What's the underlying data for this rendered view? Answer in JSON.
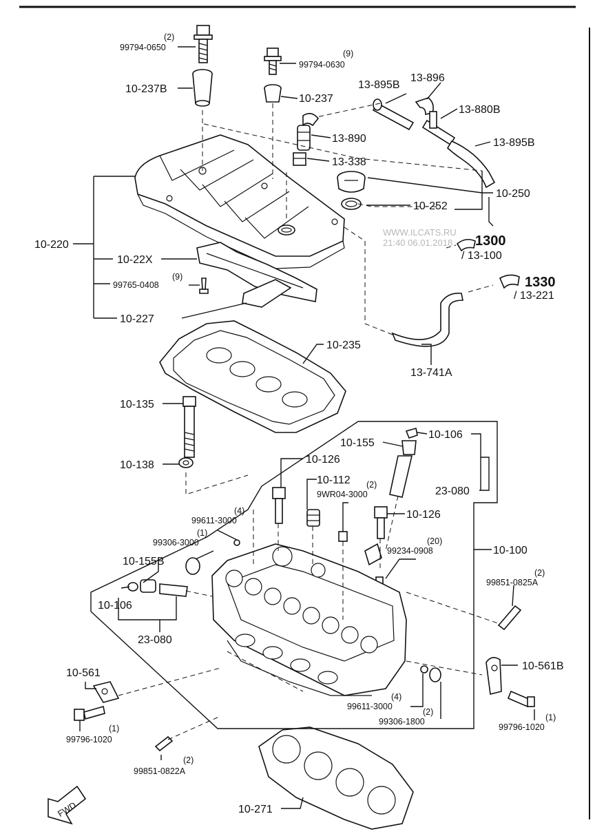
{
  "watermark": {
    "site": "WWW.ILCATS.RU",
    "stamp": "21:40 06.01.2018"
  },
  "orientation": {
    "fwd_label": "FWD"
  },
  "callouts": {
    "bolt_0650_qty": "(2)",
    "bolt_0650": "99794-0650",
    "bolt_0630_qty": "(9)",
    "bolt_0630": "99794-0630",
    "p10_237B": "10-237B",
    "p10_237": "10-237",
    "p13_895B_a": "13-895B",
    "p13_896": "13-896",
    "p13_880B": "13-880B",
    "p13_890": "13-890",
    "p13_895B_b": "13-895B",
    "p13_338": "13-338",
    "p10_250": "10-250",
    "p10_252": "10-252",
    "ref_1300": "1300",
    "ref_1300_sub": "/ 13-100",
    "p10_220": "10-220",
    "p10_22X": "10-22X",
    "bolt_0408_qty": "(9)",
    "bolt_0408": "99765-0408",
    "p10_227": "10-227",
    "ref_1330": "1330",
    "ref_1330_sub": "/ 13-221",
    "p10_235": "10-235",
    "p13_741A": "13-741A",
    "p10_135": "10-135",
    "p10_138": "10-138",
    "p10_155": "10-155",
    "p10_106_a": "10-106",
    "p10_126_a": "10-126",
    "p10_112": "10-112",
    "p9WR04_qty": "(2)",
    "p9WR04": "9WR04-3000",
    "p23_080_a": "23-080",
    "ball_3000_qty": "(4)",
    "ball_3000": "99611-3000",
    "plug_3000_qty": "(1)",
    "plug_3000": "99306-3000",
    "p10_126_b": "10-126",
    "pin_0908_qty": "(20)",
    "pin_0908": "99234-0908",
    "p10_100": "10-100",
    "p10_155B": "10-155B",
    "p10_106_b": "10-106",
    "p23_080_b": "23-080",
    "stud_0825_qty": "(2)",
    "stud_0825": "99851-0825A",
    "p10_561": "10-561",
    "p10_561B": "10-561B",
    "ball_3000b_qty": "(4)",
    "ball_3000b": "99611-3000",
    "plug_1800_qty": "(2)",
    "plug_1800": "99306-1800",
    "bolt_1020a_qty": "(1)",
    "bolt_1020a": "99796-1020",
    "bolt_1020b_qty": "(1)",
    "bolt_1020b": "99796-1020",
    "stud_0822_qty": "(2)",
    "stud_0822": "99851-0822A",
    "p10_271": "10-271"
  }
}
